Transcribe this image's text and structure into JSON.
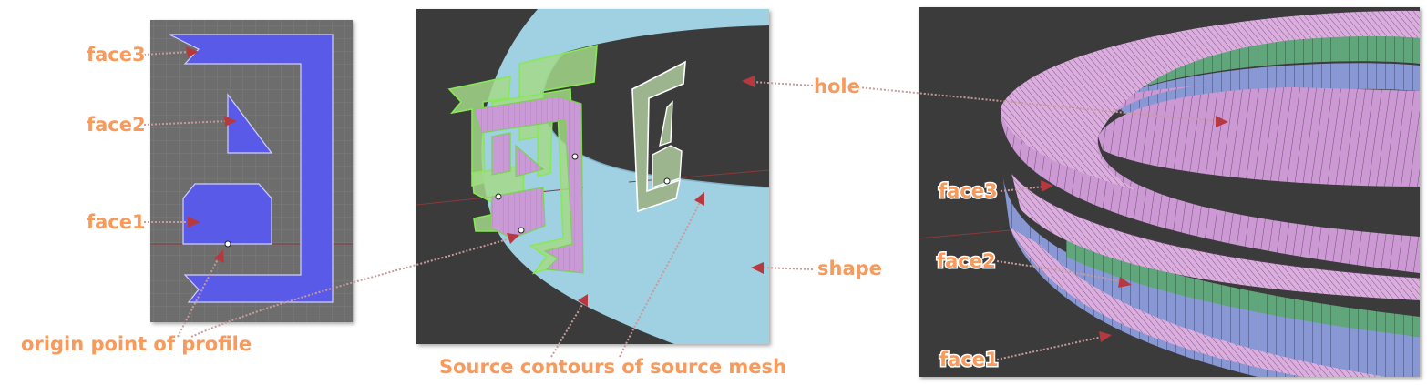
{
  "labels": {
    "face3_left": "face3",
    "face2_left": "face2",
    "face1_left": "face1",
    "origin": "origin point of profile",
    "source": "Source contours of source mesh",
    "hole": "hole",
    "shape": "shape",
    "face3_right": "face3",
    "face2_right": "face2",
    "face1_right": "face1"
  },
  "colors": {
    "label_text": "#f79a5c",
    "label_stroke": "#ffffff",
    "arrow_line": "#c99a9a",
    "arrow_head": "#b8383f",
    "grid_bg": "#6d6d6d",
    "profile_fill": "#5a5ae8",
    "viewport_bg": "#3a3a3a",
    "shape_surface": "#9fd1e3",
    "contour_green": "#88e855",
    "contour_pink": "#c99ad6",
    "ring_top": "#d9a6de",
    "ring_side": "#cc99d4",
    "ring_green": "#5ea77a",
    "ring_blue": "#8898d4"
  }
}
